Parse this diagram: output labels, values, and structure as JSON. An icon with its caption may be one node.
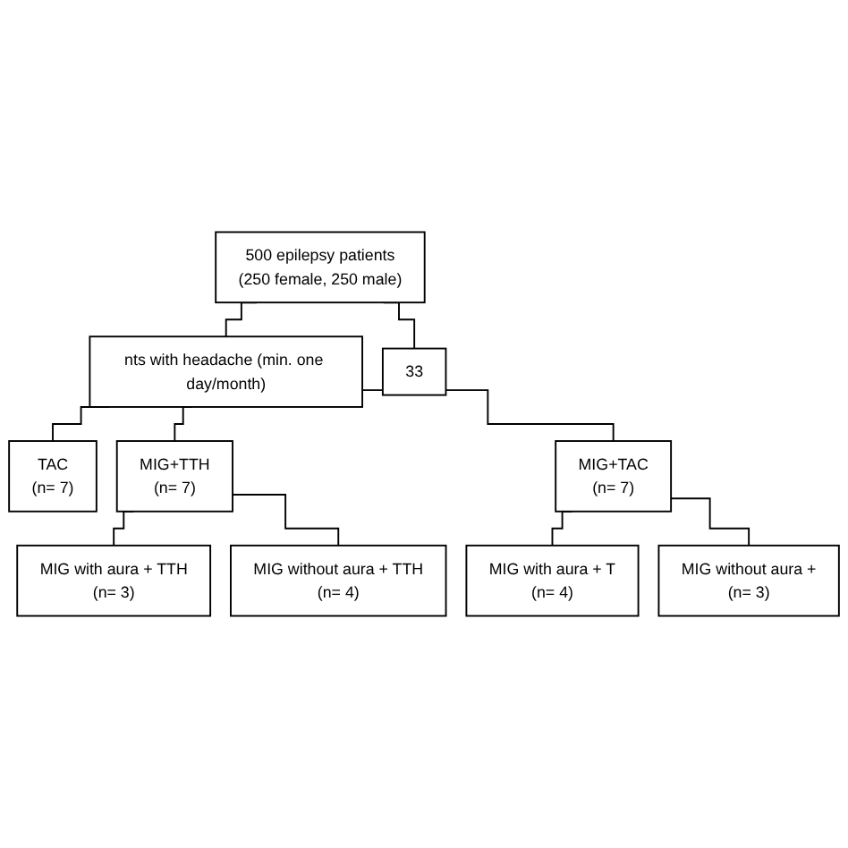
{
  "diagram": {
    "nodes": [
      {
        "text": [
          "500 epilepsy patients",
          "(250 female, 250 male)"
        ]
      },
      {
        "text": [
          "nts with headache (min. one day/month)"
        ]
      },
      {
        "text": [
          "33"
        ]
      },
      {
        "text": [
          "TAC",
          "(n= 7)"
        ]
      },
      {
        "text": [
          "MIG+TTH",
          "(n= 7)"
        ]
      },
      {
        "text": [
          "MIG+TAC",
          "(n= 7)"
        ]
      },
      {
        "text": [
          "MIG with aura + TTH",
          "(n= 3)"
        ]
      },
      {
        "text": [
          "MIG with aura + T",
          "(n= 4)"
        ]
      },
      {
        "text": [
          "MIG without aura + TTH",
          "(n= 4)"
        ]
      },
      {
        "text": [
          "MIG without aura +",
          "(n= 3)"
        ]
      }
    ],
    "edges": [
      {
        "from": 0,
        "to": 1,
        "arrow": "none"
      },
      {
        "from": 0,
        "to": 2,
        "arrow": "none"
      },
      {
        "from": 1,
        "to": 3,
        "arrow": "none"
      },
      {
        "from": 1,
        "to": 4,
        "arrow": "none"
      },
      {
        "from": 1,
        "to": 5,
        "arrow": "none"
      },
      {
        "from": 4,
        "to": 6,
        "arrow": "none"
      },
      {
        "from": 4,
        "to": 8,
        "arrow": "none"
      },
      {
        "from": 5,
        "to": 7,
        "arrow": "none"
      },
      {
        "from": 5,
        "to": 9,
        "arrow": "none"
      }
    ]
  }
}
